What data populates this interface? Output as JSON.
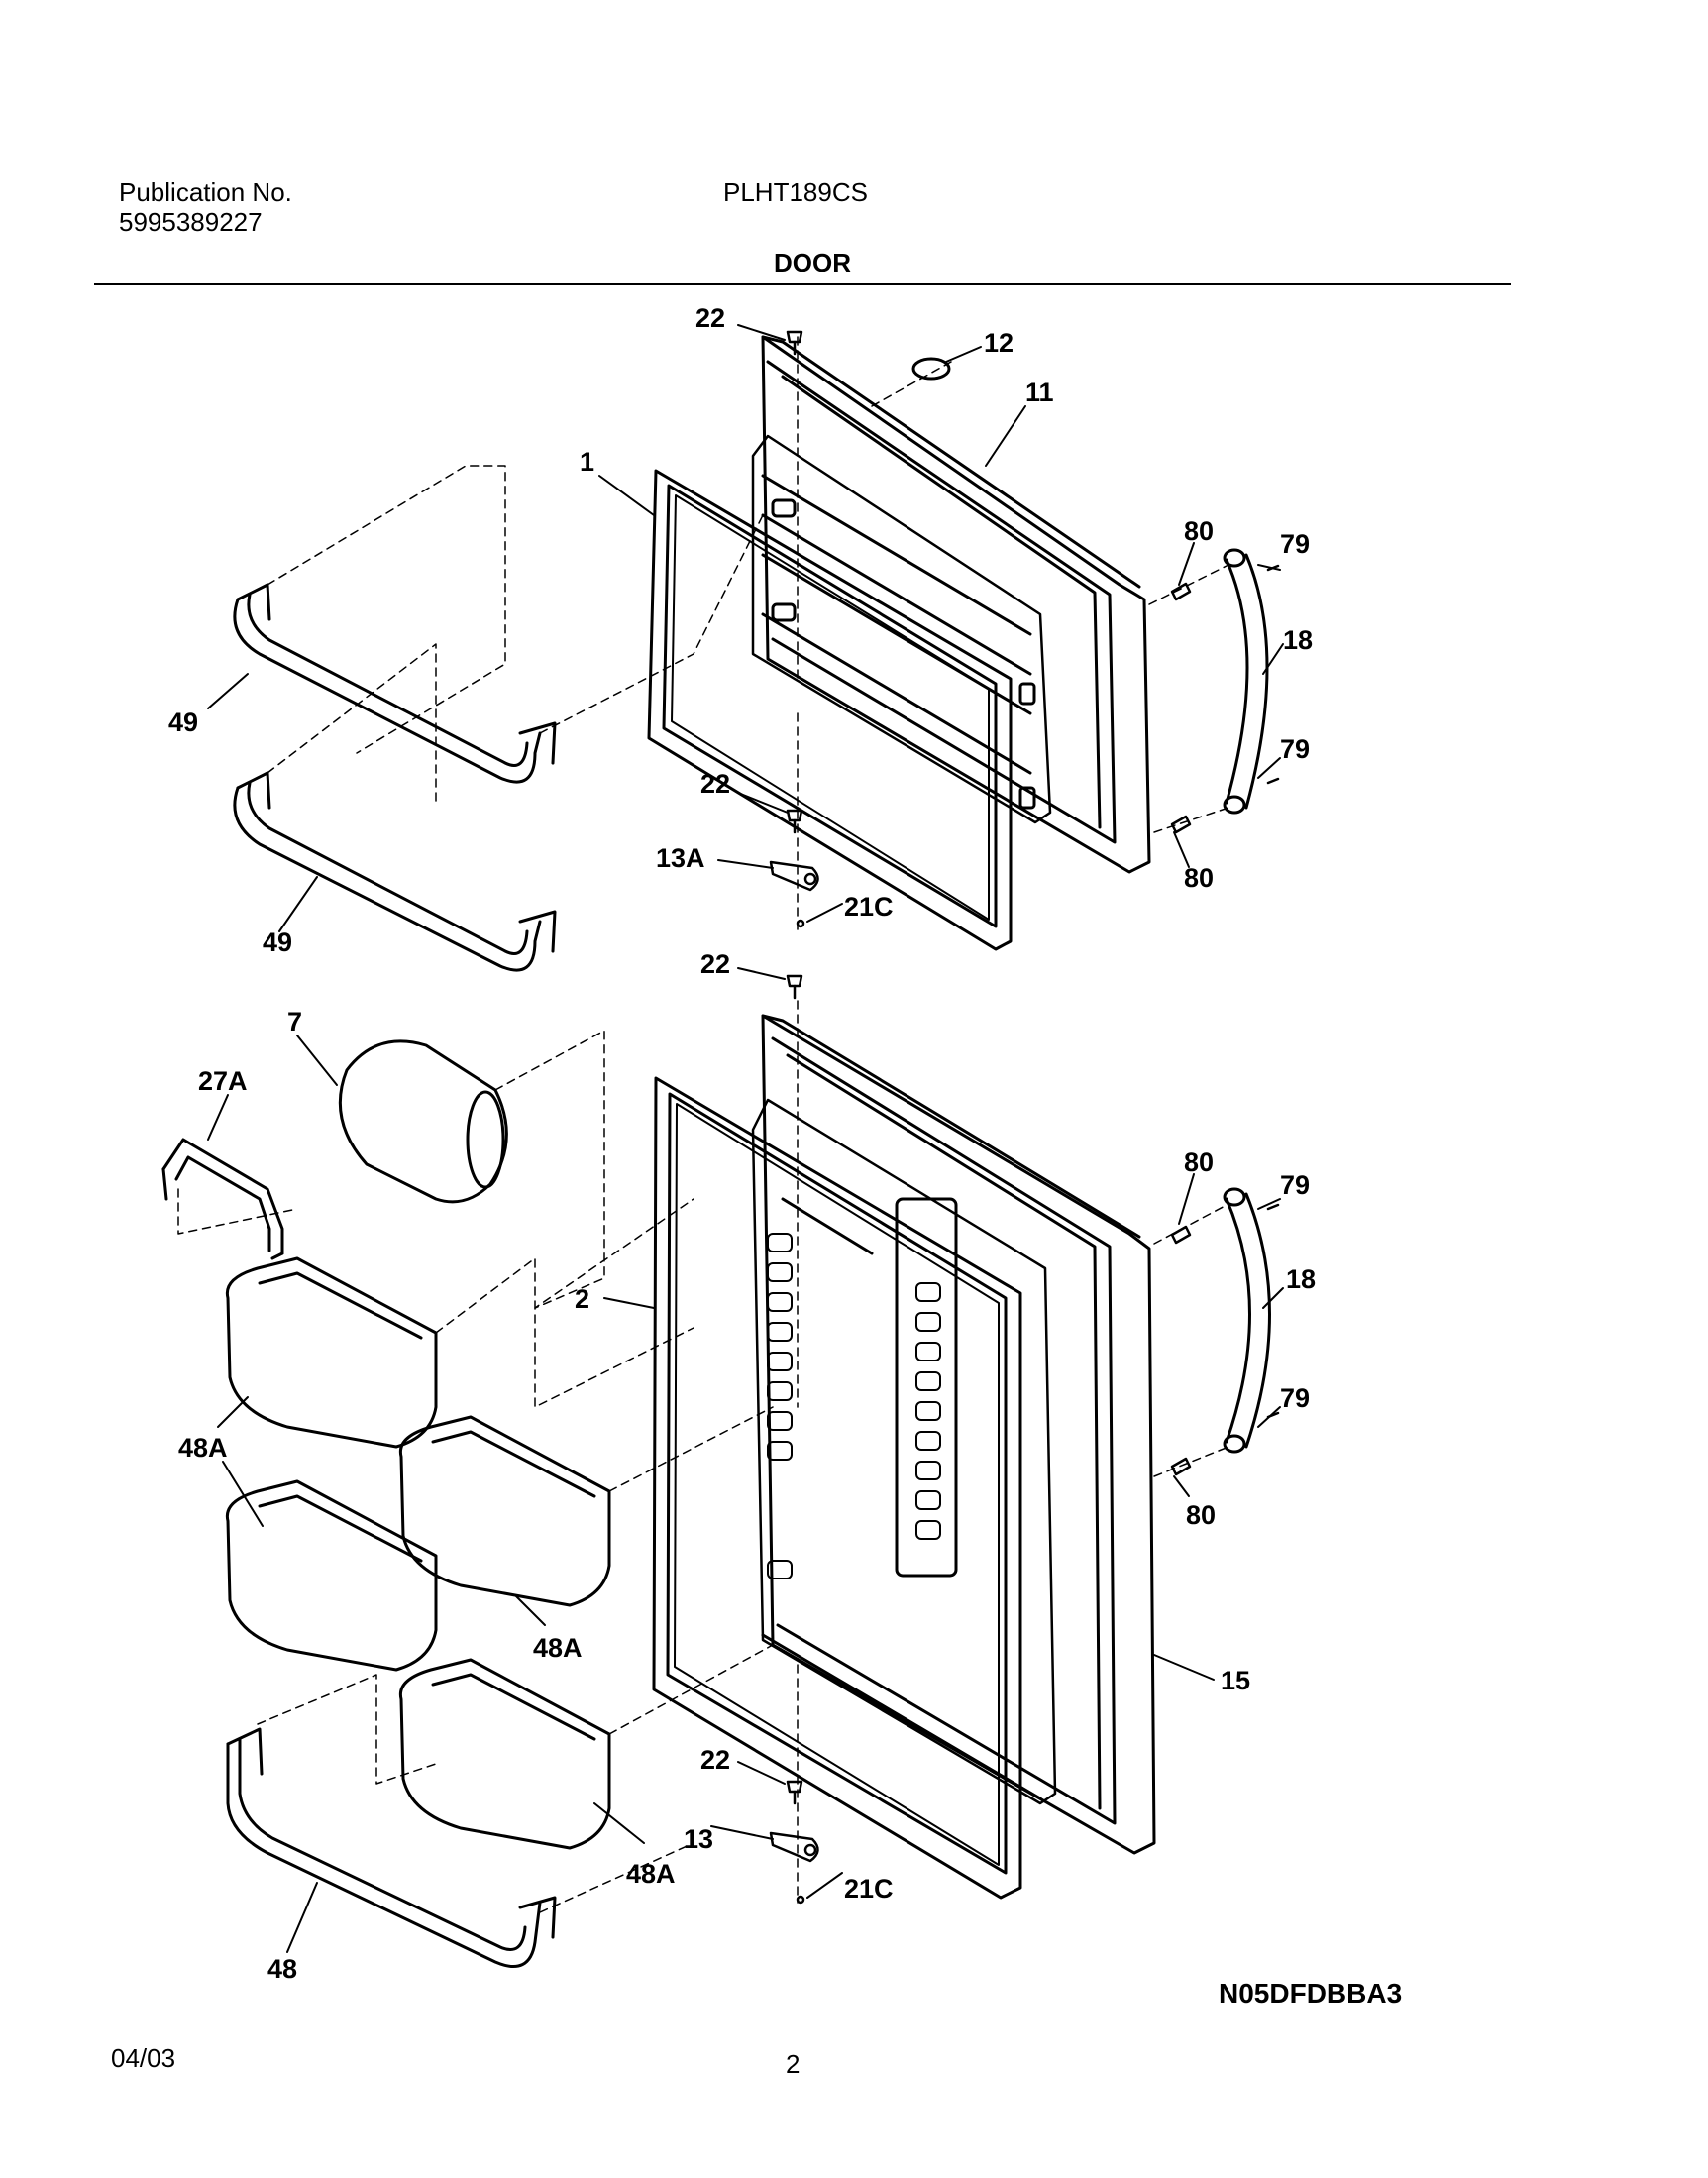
{
  "header": {
    "publication_label": "Publication No.",
    "publication_number": "5995389227",
    "model": "PLHT189CS",
    "section_title": "DOOR"
  },
  "callouts": {
    "c22a": "22",
    "c12": "12",
    "c11": "11",
    "c1": "1",
    "c80a": "80",
    "c79a": "79",
    "c18a": "18",
    "c49a": "49",
    "c49b": "49",
    "c22b": "22",
    "c13A": "13A",
    "c21Ca": "21C",
    "c79b": "79",
    "c80b": "80",
    "c22c": "22",
    "c7": "7",
    "c27A": "27A",
    "c80c": "80",
    "c79c": "79",
    "c18b": "18",
    "c2": "2",
    "c48Aa": "48A",
    "c79d": "79",
    "c80d": "80",
    "c48Ab": "48A",
    "c15": "15",
    "c22d": "22",
    "c13": "13",
    "c21Cb": "21C",
    "c48Ac": "48A",
    "c48": "48"
  },
  "diagram_code": "N05DFDBBA3",
  "footer": {
    "date": "04/03",
    "page_number": "2"
  }
}
